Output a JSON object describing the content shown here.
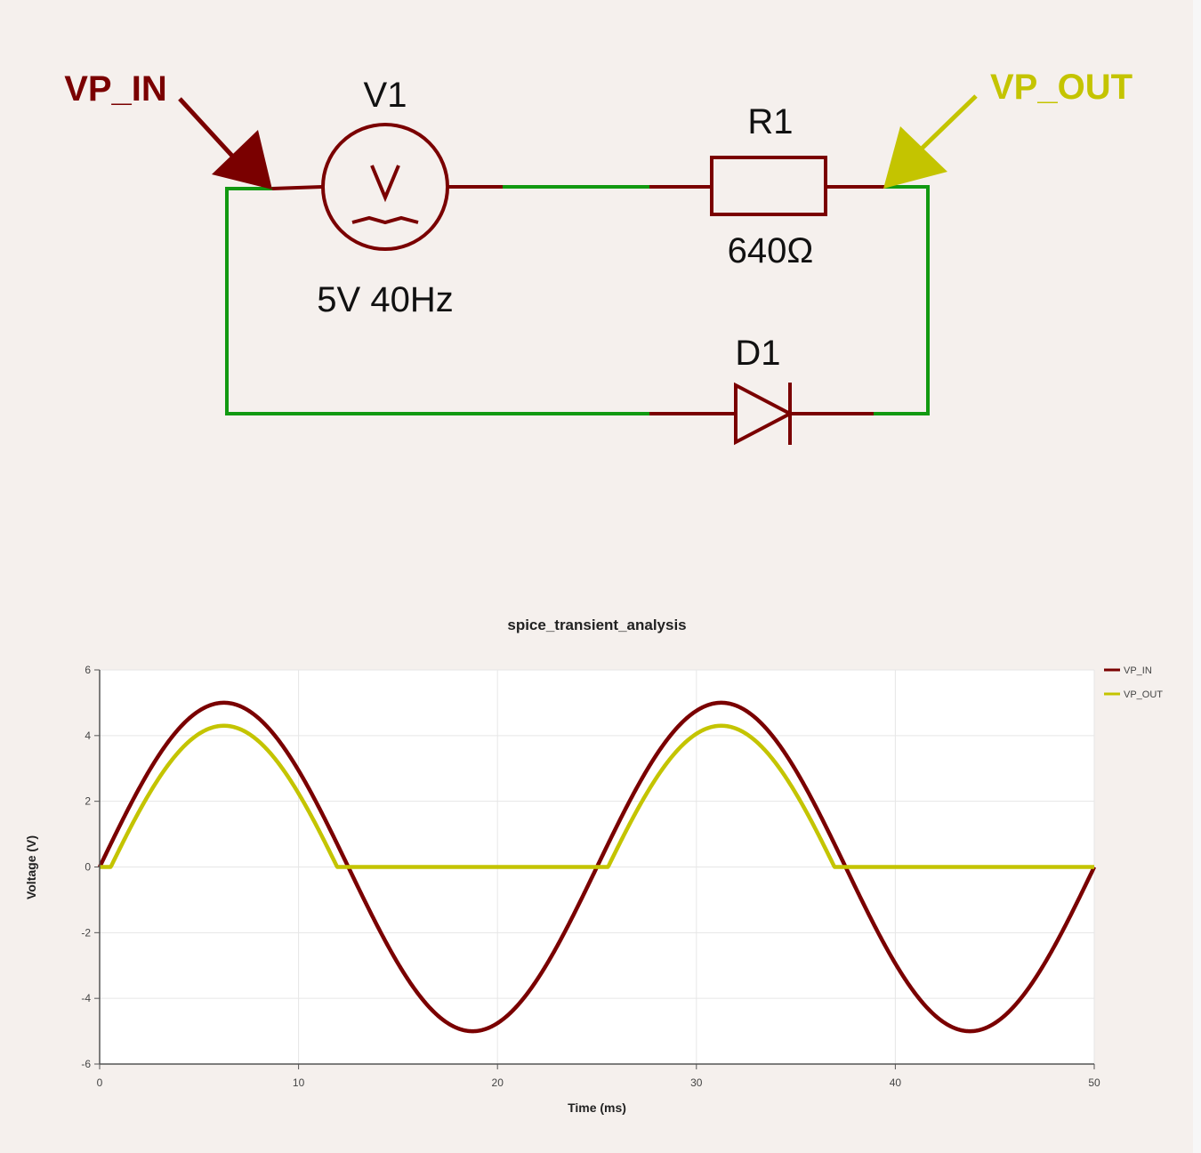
{
  "schematic": {
    "colors": {
      "component": "#7a0000",
      "wire": "#119911",
      "probe_in": "#7a0000",
      "probe_out": "#c4c400",
      "text": "#111111"
    },
    "probes": [
      {
        "id": "probe-in",
        "label": "VP_IN",
        "color": "#7a0000"
      },
      {
        "id": "probe-out",
        "label": "VP_OUT",
        "color": "#c4c400"
      }
    ],
    "components": [
      {
        "ref": "V1",
        "value": "5V 40Hz",
        "type": "ac-voltage-source"
      },
      {
        "ref": "R1",
        "value": "640Ω",
        "type": "resistor"
      },
      {
        "ref": "D1",
        "value": "",
        "type": "diode"
      }
    ]
  },
  "chart_data": {
    "type": "line",
    "title": "spice_transient_analysis",
    "xlabel": "Time (ms)",
    "ylabel": "Voltage (V)",
    "xlim": [
      0,
      50
    ],
    "ylim": [
      -6,
      6
    ],
    "xticks": [
      "0",
      "10",
      "20",
      "30",
      "40",
      "50"
    ],
    "yticks": [
      "6",
      "4",
      "2",
      "0",
      "-2",
      "-4",
      "-6"
    ],
    "grid": true,
    "legend_position": "top-right",
    "series": [
      {
        "name": "VP_IN",
        "color": "#7a0000",
        "description": "5*sin(2*pi*40Hz*t)",
        "x": [
          0,
          3.125,
          6.25,
          9.375,
          12.5,
          15.625,
          18.75,
          21.875,
          25,
          28.125,
          31.25,
          34.375,
          37.5,
          40.625,
          43.75,
          46.875,
          50
        ],
        "values": [
          0,
          3.54,
          5.0,
          3.54,
          0,
          -3.54,
          -5.0,
          -3.54,
          0,
          3.54,
          5.0,
          3.54,
          0,
          -3.54,
          -5.0,
          -3.54,
          0
        ]
      },
      {
        "name": "VP_OUT",
        "color": "#c4c400",
        "description": "half-wave rectified, approx max(0, VP_IN - 0.7)",
        "x": [
          0,
          0.45,
          3.125,
          6.25,
          9.375,
          12.05,
          12.5,
          18.75,
          25,
          25.45,
          28.125,
          31.25,
          34.375,
          37.05,
          37.5,
          43.75,
          50
        ],
        "values": [
          0,
          0,
          2.84,
          4.3,
          2.84,
          0,
          0,
          0,
          0,
          0,
          2.84,
          4.3,
          2.84,
          0,
          0,
          0,
          0
        ]
      }
    ]
  }
}
